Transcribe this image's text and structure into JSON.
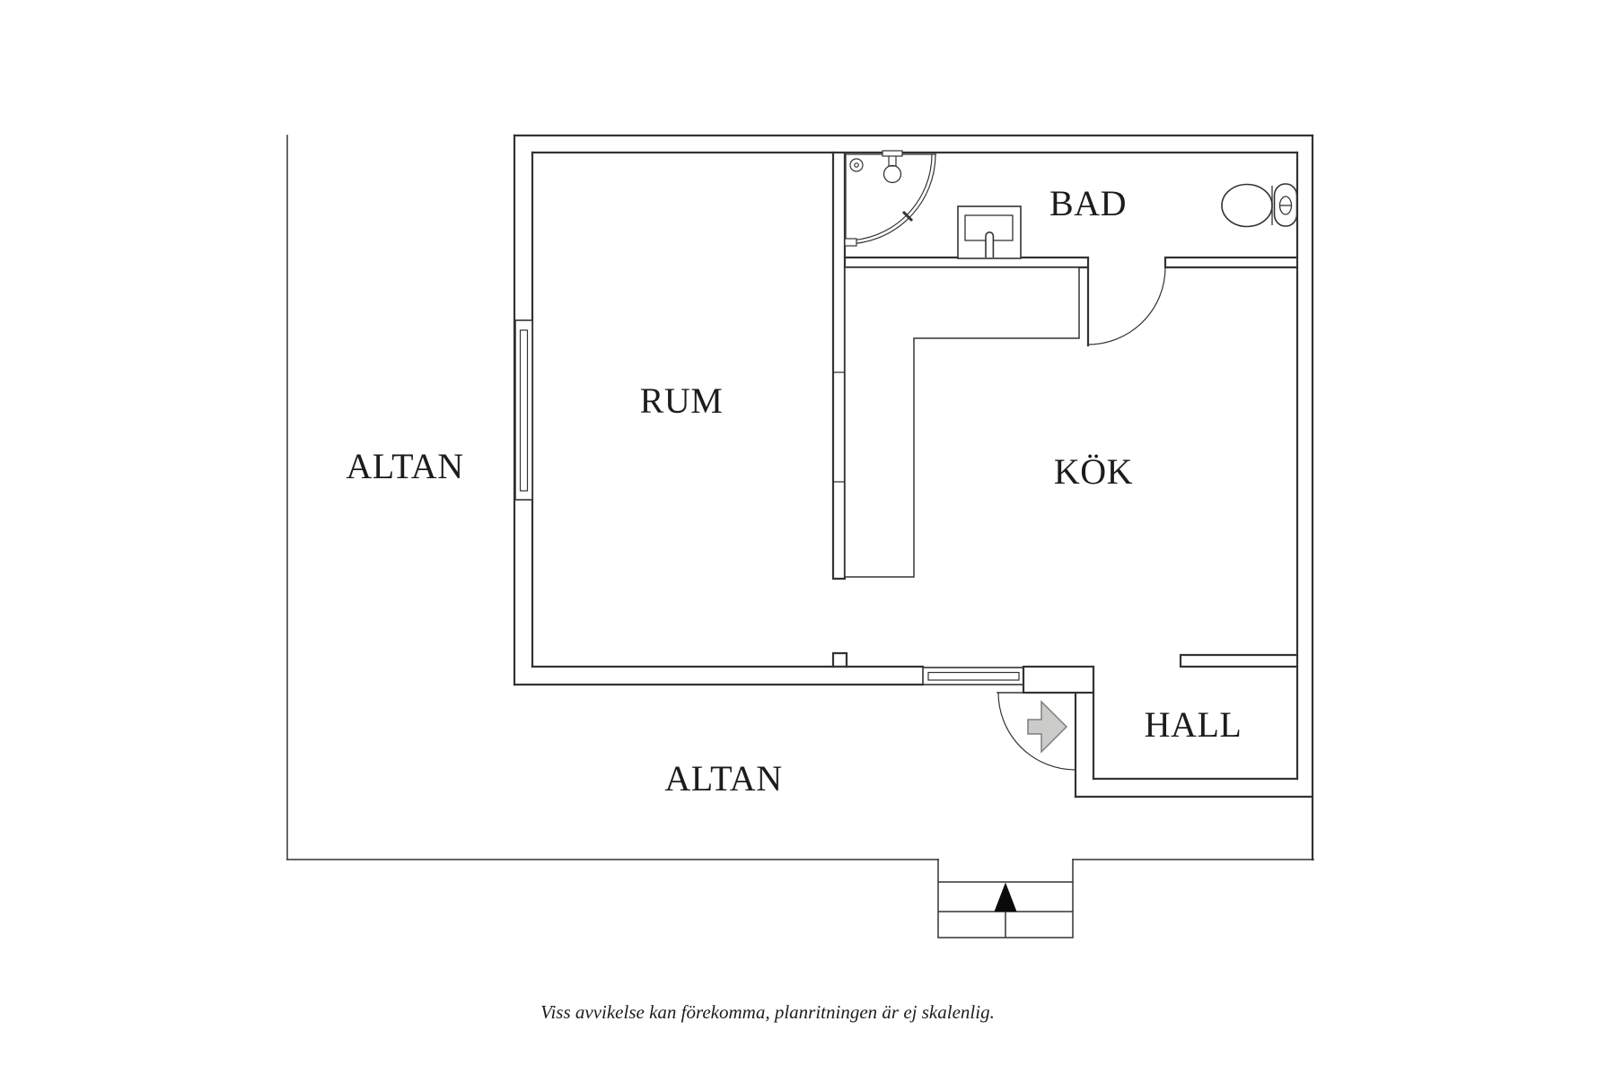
{
  "document": {
    "type": "floor-plan",
    "caption": "Viss avvikelse kan förekomma, planritningen är ej skalenlig."
  },
  "plan": {
    "labels": {
      "altan_left": "ALTAN",
      "rum": "RUM",
      "bad": "BAD",
      "kok": "KÖK",
      "hall": "HALL",
      "altan_bottom": "ALTAN"
    },
    "rooms": [
      {
        "name": "ALTAN",
        "position": "left terrace"
      },
      {
        "name": "RUM",
        "position": "main room, left of kitchen"
      },
      {
        "name": "BAD",
        "position": "bathroom, top with shower, sink, toilet"
      },
      {
        "name": "KÖK",
        "position": "kitchen, right, L-shaped counter"
      },
      {
        "name": "HALL",
        "position": "bottom right, entrance"
      },
      {
        "name": "ALTAN",
        "position": "bottom terrace with entry steps"
      }
    ],
    "icons": {
      "shower-icon": "quarter-circle corner shower with shower head",
      "sink-icon": "rectangular washbasin with tap",
      "toilet-icon": "toilet seen from above, tank against right wall",
      "window-icon": "double-line window symbol",
      "door-arc": "quarter-circle door swing",
      "entry-arrow-icon": "gray arrow pointing right into entrance door",
      "steps-arrow-icon": "black triangle on entry steps"
    },
    "colors": {
      "background": "#ffffff",
      "wall_line": "#333333",
      "text": "#1c1c1c",
      "entry_arrow_fill": "#cbcbc9",
      "entry_arrow_stroke": "#7e7e7c",
      "steps_arrow": "#0a0a0a"
    }
  }
}
